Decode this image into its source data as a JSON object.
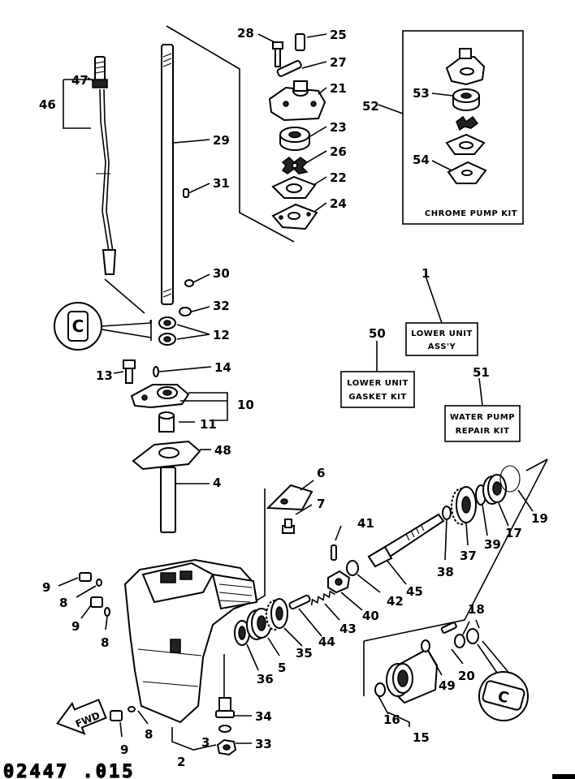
{
  "callouts": {
    "n1": "1",
    "n2": "2",
    "n3": "3",
    "n4": "4",
    "n5": "5",
    "n6": "6",
    "n7": "7",
    "n8a": "8",
    "n8b": "8",
    "n8c": "8",
    "n9a": "9",
    "n9b": "9",
    "n9c": "9",
    "n10": "10",
    "n11": "11",
    "n12": "12",
    "n13": "13",
    "n14": "14",
    "n15": "15",
    "n16": "16",
    "n17": "17",
    "n18": "18",
    "n19": "19",
    "n20": "20",
    "n21": "21",
    "n22": "22",
    "n23": "23",
    "n24": "24",
    "n25": "25",
    "n26": "26",
    "n27": "27",
    "n28": "28",
    "n29": "29",
    "n30": "30",
    "n31": "31",
    "n32": "32",
    "n33": "33",
    "n34": "34",
    "n35": "35",
    "n36": "36",
    "n37": "37",
    "n38": "38",
    "n39": "39",
    "n40": "40",
    "n41": "41",
    "n42": "42",
    "n43": "43",
    "n44": "44",
    "n45": "45",
    "n46": "46",
    "n47": "47",
    "n48": "48",
    "n49": "49",
    "n50": "50",
    "n51": "51",
    "n52": "52",
    "n53": "53",
    "n54": "54"
  },
  "kits": {
    "chrome_pump": "CHROME PUMP KIT",
    "lower_unit_line1": "LOWER UNIT",
    "lower_unit_line2": "ASS'Y",
    "gasket_line1": "LOWER UNIT",
    "gasket_line2": "GASKET KIT",
    "water_pump_line1": "WATER PUMP",
    "water_pump_line2": "REPAIR KIT"
  },
  "fwd_label": "FWD",
  "drawing_code": "02447 .015",
  "seal_mark": "C"
}
